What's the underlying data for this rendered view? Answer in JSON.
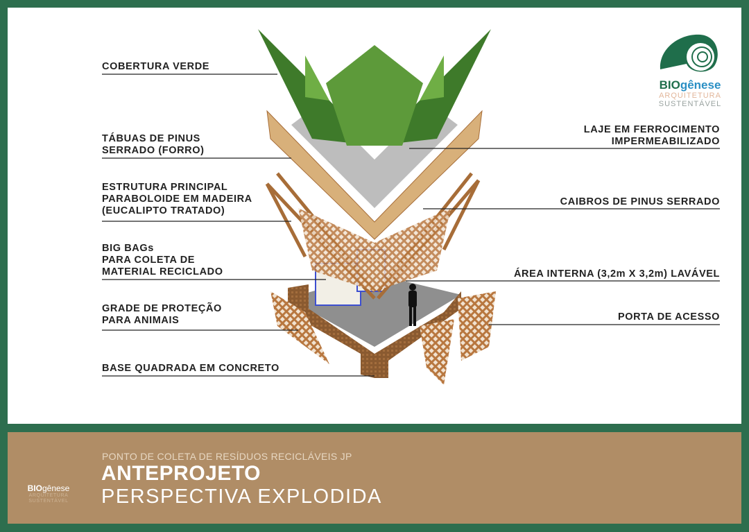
{
  "labels_left": [
    {
      "lines": [
        "COBERTURA VERDE"
      ]
    },
    {
      "lines": [
        "TÁBUAS DE PINUS",
        "SERRADO (FORRO)"
      ]
    },
    {
      "lines": [
        "ESTRUTURA PRINCIPAL",
        "PARABOLOIDE EM MADEIRA",
        "(EUCALIPTO TRATADO)"
      ]
    },
    {
      "lines": [
        "BIG BAGs",
        "PARA COLETA DE",
        "MATERIAL RECICLADO"
      ]
    },
    {
      "lines": [
        "GRADE DE PROTEÇÃO",
        "PARA ANIMAIS"
      ]
    },
    {
      "lines": [
        "BASE QUADRADA EM CONCRETO"
      ]
    }
  ],
  "labels_right": [
    {
      "lines": [
        "LAJE EM FERROCIMENTO",
        "IMPERMEABILIZADO"
      ]
    },
    {
      "lines": [
        "CAIBROS DE PINUS SERRADO"
      ]
    },
    {
      "lines": [
        "ÁREA INTERNA (3,2m X 3,2m) LAVÁVEL"
      ]
    },
    {
      "lines": [
        "PORTA DE ACESSO"
      ]
    }
  ],
  "logo": {
    "brand_a": "BIO",
    "brand_b": "gênese",
    "line1": "ARQUITETURA",
    "line2": "SUSTENTÁVEL"
  },
  "footer": {
    "subtitle": "PONTO DE COLETA DE RESÍDUOS RECICLÁVEIS JP",
    "title": "ANTEPROJETO",
    "caption": "PERSPECTIVA EXPLODIDA"
  },
  "colors": {
    "frame": "#2d6e4e",
    "footer": "#b08d66",
    "green": "#3f7a2e",
    "wood": "#c08a55"
  }
}
